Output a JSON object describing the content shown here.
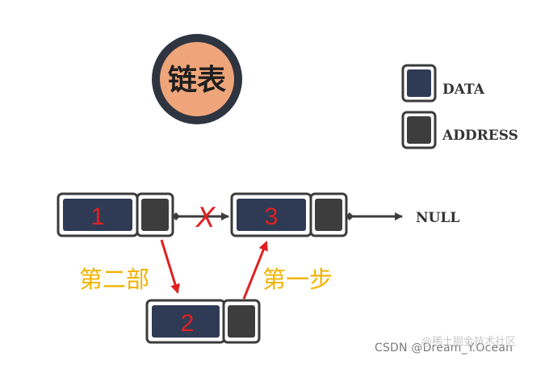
{
  "title_badge": {
    "text": "链表"
  },
  "legend": {
    "items": [
      {
        "label": "DATA",
        "color": "#2f3b55"
      },
      {
        "label": "ADDRESS",
        "color": "#3d3d3d"
      }
    ]
  },
  "nodes": {
    "node1": "1",
    "node3": "3",
    "node2": "2"
  },
  "null_label": "NULL",
  "cross_mark": "X",
  "step_labels": {
    "left": "第二部",
    "right": "第一步"
  },
  "watermarks": {
    "csdn": "CSDN @Dream_Y.Ocean",
    "community": "@稀土掘金技术社区"
  },
  "colors": {
    "data_fill": "#2f3b55",
    "address_fill": "#3d3d3d",
    "badge_fill": "#efa57a",
    "node_label": "#e02020",
    "arrow": "#e02020",
    "step_label": "#f2b300"
  }
}
